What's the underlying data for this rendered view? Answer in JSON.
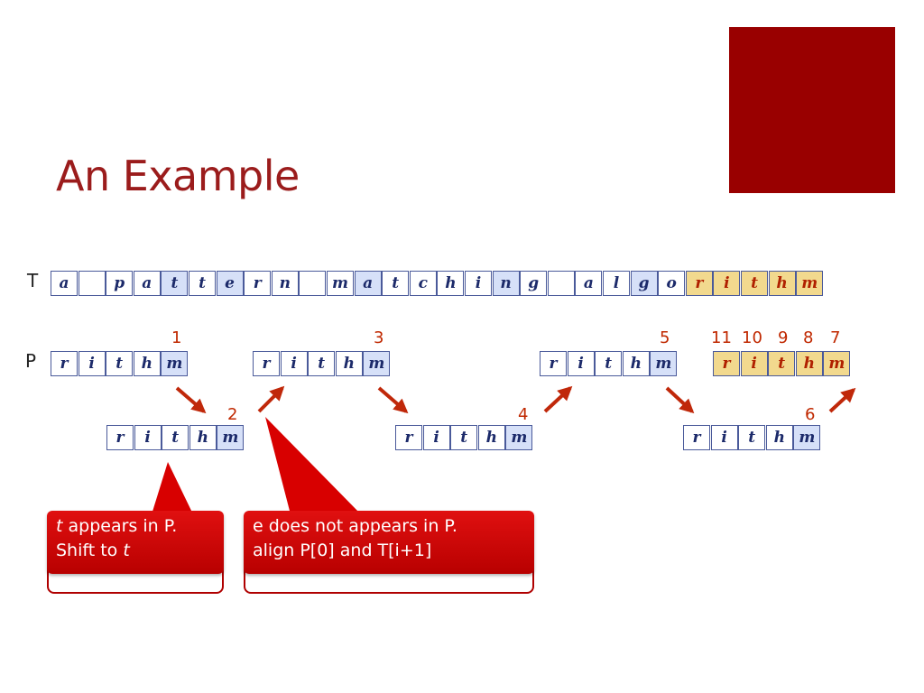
{
  "title": "An Example",
  "labels": {
    "T": "T",
    "P": "P"
  },
  "text": [
    "a",
    " ",
    "p",
    "a",
    "t",
    "t",
    "e",
    "r",
    "n",
    " ",
    "m",
    "a",
    "t",
    "c",
    "h",
    "i",
    "n",
    "g",
    " ",
    "a",
    "l",
    "g",
    "o",
    "r",
    "i",
    "t",
    "h",
    "m"
  ],
  "text_blue_indices": [
    4,
    6,
    11,
    16,
    21
  ],
  "text_gold_indices": [
    23,
    24,
    25,
    26,
    27
  ],
  "pattern": [
    "r",
    "i",
    "t",
    "h",
    "m"
  ],
  "steps": [
    "1",
    "2",
    "3",
    "4",
    "5",
    "6",
    "7",
    "8",
    "9",
    "10",
    "11"
  ],
  "callouts": [
    {
      "italic": "t",
      "line1_rest": " appears in P.",
      "line2_prefix": "Shift to ",
      "line2_italic": "t"
    },
    {
      "line1": "e does not appears in P.",
      "line2": "align P[0] and T[i+1]"
    }
  ],
  "colors": {
    "title": "#9b1c1c",
    "square": "#990000",
    "arrow": "#c0280a",
    "blue_cell": "#d6e0f8",
    "gold_cell": "#f2d98e",
    "callout": "#d00000"
  }
}
